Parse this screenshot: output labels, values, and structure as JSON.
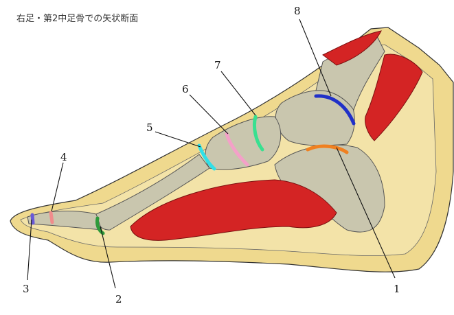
{
  "title": "右足・第2中足骨での矢状断面",
  "labels": [
    {
      "id": "1",
      "text": "1",
      "color": "#f08020"
    },
    {
      "id": "2",
      "text": "2",
      "color": "#2e9a3a"
    },
    {
      "id": "3",
      "text": "3",
      "color": "#6a5ad8"
    },
    {
      "id": "4",
      "text": "4",
      "color": "#f08c8c"
    },
    {
      "id": "5",
      "text": "5",
      "color": "#30e0e8"
    },
    {
      "id": "6",
      "text": "6",
      "color": "#f4a0c8"
    },
    {
      "id": "7",
      "text": "7",
      "color": "#38e090"
    },
    {
      "id": "8",
      "text": "8",
      "color": "#2030c8"
    }
  ],
  "colors": {
    "skin": "#efd98e",
    "fat": "#f3e3a8",
    "bone": "#c9c6ae",
    "muscle": "#d42424",
    "tendon": "#e8e8e8"
  }
}
